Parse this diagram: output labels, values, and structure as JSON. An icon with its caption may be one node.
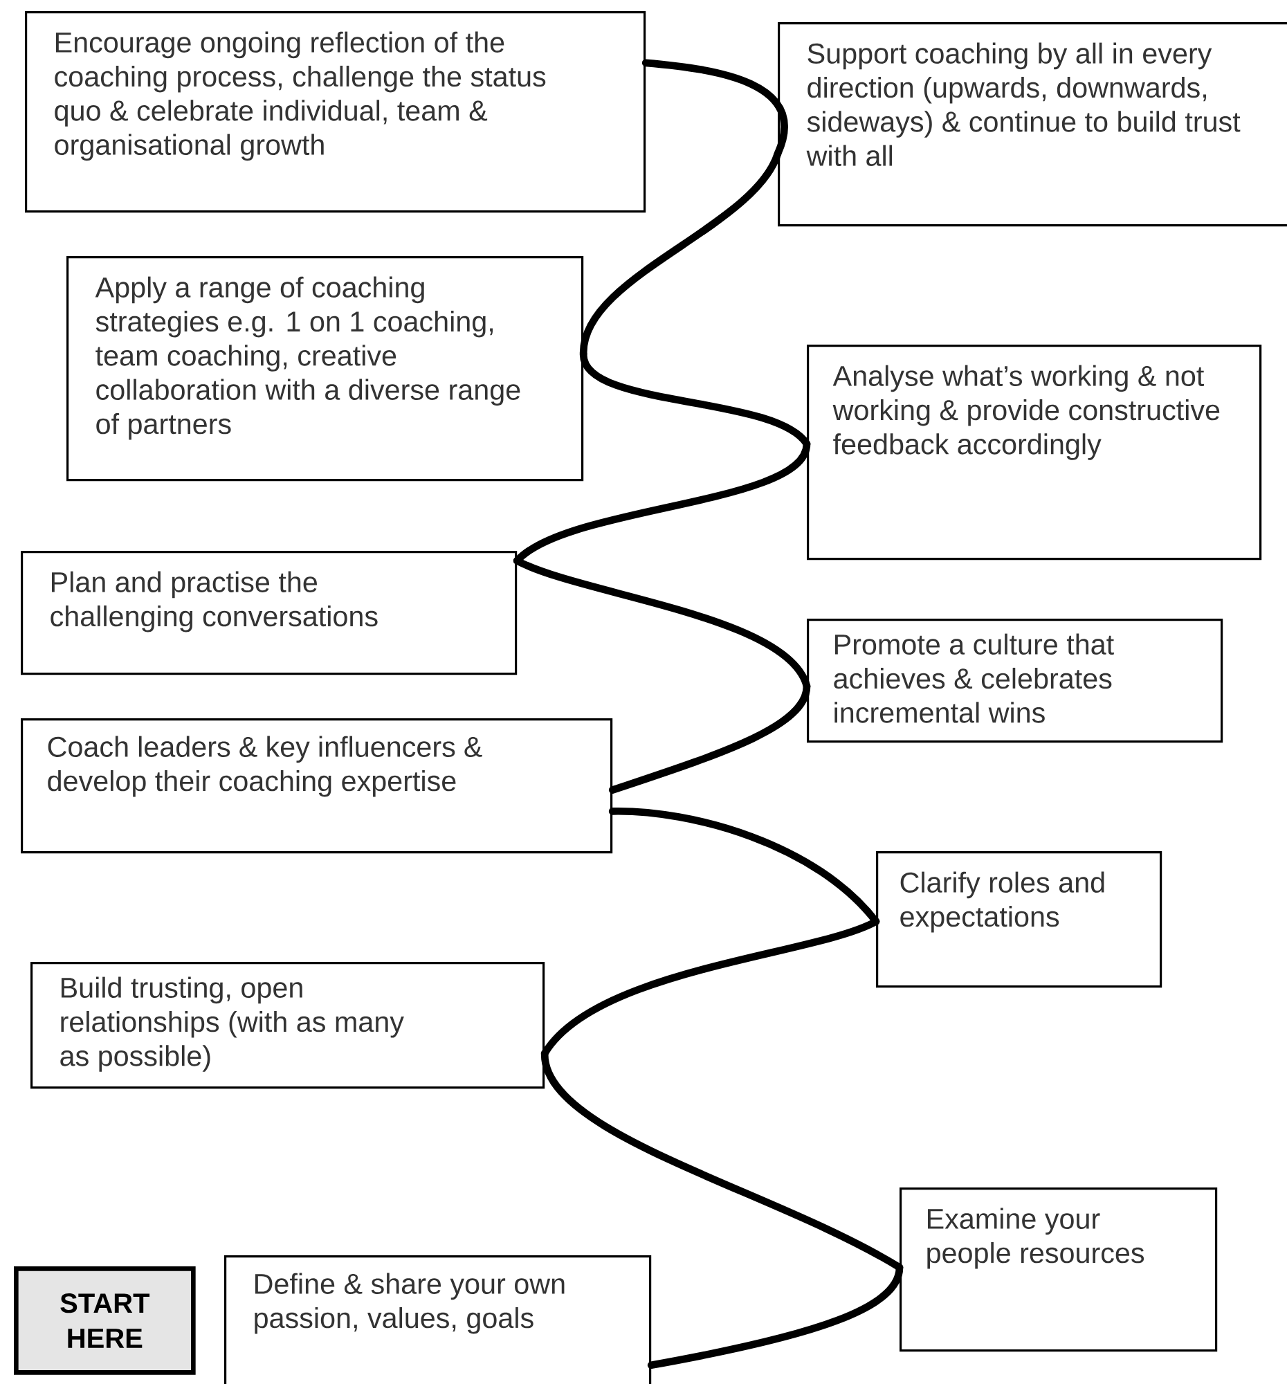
{
  "diagram": {
    "nodes": [
      {
        "text": [
          "Encourage ongoing reflection of the coaching process, challenge the status quo & celebrate individual, team & organisational growth"
        ]
      },
      {
        "text": [
          "Support coaching by all in every direction (upwards, downwards, sideways) & continue to build trust with all"
        ]
      },
      {
        "text": [
          "Apply a range of coaching strategies e.g. 1 on 1 coaching, team coaching, creative collaboration with a diverse range of partners"
        ]
      },
      {
        "text": [
          "Analyse what’s working & not working & provide constructive feedback accordingly"
        ]
      },
      {
        "text": [
          "Plan and practise the challenging conversations"
        ]
      },
      {
        "text": [
          "Promote a culture that achieves & celebrates incremental wins"
        ]
      },
      {
        "text": [
          "Coach leaders & key influencers & develop their coaching expertise"
        ]
      },
      {
        "text": [
          "Clarify roles and expectations"
        ]
      },
      {
        "text": [
          "Build trusting, open relationships (with as many as possible)"
        ]
      },
      {
        "text": [
          "START HERE"
        ]
      },
      {
        "text": [
          "Define & share your own passion, values, goals"
        ]
      },
      {
        "text": [
          "Examine your people resources"
        ]
      }
    ],
    "edges": [
      {
        "from": 10,
        "to": 11,
        "arrow": "none"
      },
      {
        "from": 11,
        "to": 8,
        "arrow": "none"
      },
      {
        "from": 8,
        "to": 7,
        "arrow": "none"
      },
      {
        "from": 7,
        "to": 6,
        "arrow": "none"
      },
      {
        "from": 6,
        "to": 5,
        "arrow": "none"
      },
      {
        "from": 5,
        "to": 4,
        "arrow": "none"
      },
      {
        "from": 4,
        "to": 3,
        "arrow": "none"
      },
      {
        "from": 3,
        "to": 2,
        "arrow": "none"
      },
      {
        "from": 2,
        "to": 1,
        "arrow": "none"
      },
      {
        "from": 1,
        "to": 0,
        "arrow": "none"
      }
    ]
  }
}
